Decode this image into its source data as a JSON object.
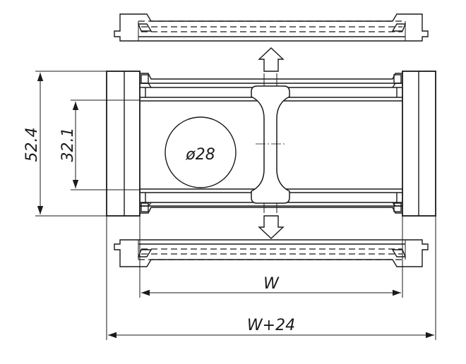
{
  "dimensions": {
    "outer_height": "52.4",
    "inner_height": "32.1",
    "hole_diameter": "ø28",
    "inner_width": "W",
    "total_width": "W+24"
  }
}
